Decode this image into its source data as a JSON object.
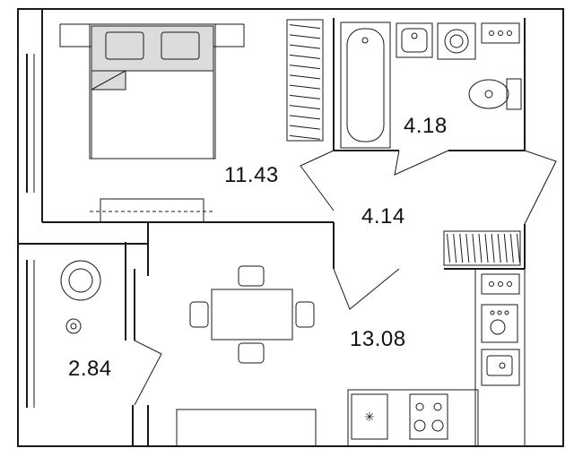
{
  "rooms": [
    {
      "id": "bedroom",
      "area": "11.43"
    },
    {
      "id": "bathroom",
      "area": "4.18"
    },
    {
      "id": "hallway",
      "area": "4.14"
    },
    {
      "id": "kitchen-living",
      "area": "13.08"
    },
    {
      "id": "balcony",
      "area": "2.84"
    }
  ],
  "icons": [
    "double-bed-icon",
    "bathtub-icon",
    "sink-icon",
    "washing-machine-icon",
    "toilet-icon",
    "wardrobe-icon",
    "armchair-icon",
    "floor-lamp-icon",
    "dining-table-icon",
    "kitchen-sink-icon",
    "stove-icon",
    "fridge-icon"
  ],
  "colors": {
    "line": "#1a1a1a",
    "fill_grey": "#dcdcdc",
    "wall_bg": "#ffffff"
  }
}
